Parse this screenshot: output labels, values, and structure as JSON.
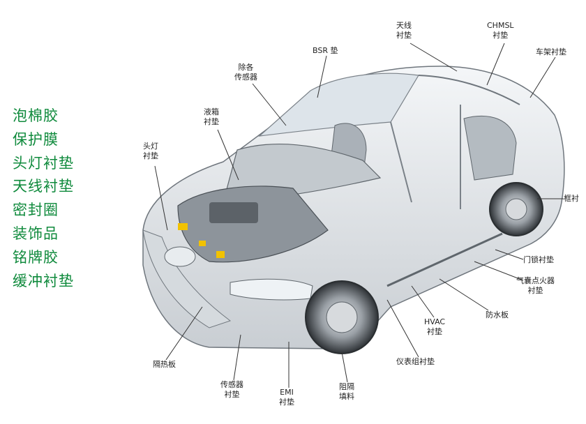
{
  "legend": {
    "items": [
      "泡棉胶",
      "保护膜",
      "头灯衬垫",
      "天线衬垫",
      "密封圈",
      "装饰品",
      "铭牌胶",
      "缓冲衬垫"
    ],
    "color": "#0f8a3c"
  },
  "callouts": {
    "antenna": "天线\n衬垫",
    "chmsl": "CHMSL\n衬垫",
    "frame": "车架衬垫",
    "bsr": "BSR 垫",
    "rain": "除各\n传感器",
    "washer": "液箱\n衬垫",
    "headlamp": "头灯\n衬垫",
    "side": "框衬",
    "doorlock": "门锁衬垫",
    "airbag": "气囊点火器\n衬垫",
    "waterproof": "防水板",
    "hvac": "HVAC\n衬垫",
    "heatshield": "隔热板",
    "sensor": "传感器\n衬垫",
    "emi": "EMI\n衬垫",
    "cluster": "仪表组衬垫",
    "sound": "阻隔\n填料"
  },
  "colors": {
    "label_text": "#222222",
    "leader": "#333333",
    "car_body": "#9aa3ab",
    "accent_yellow": "#f2c200"
  }
}
